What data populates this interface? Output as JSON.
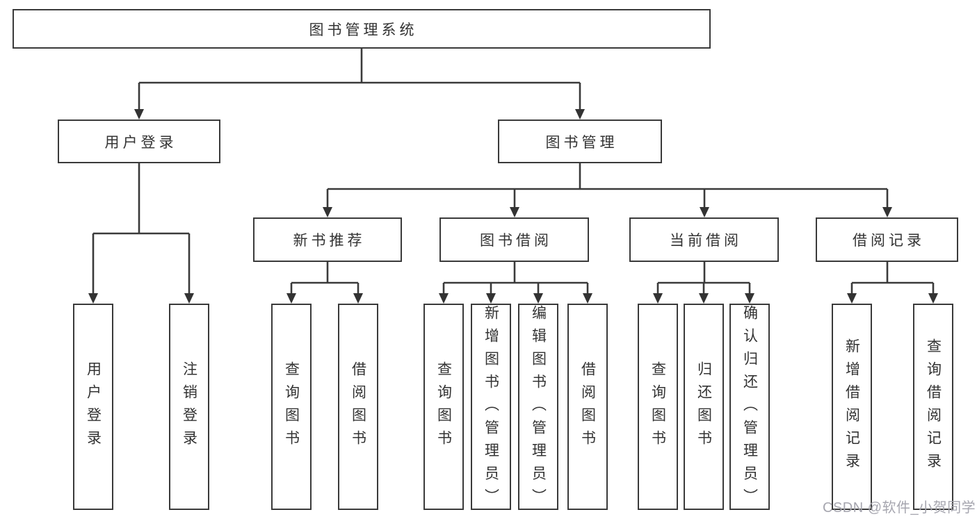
{
  "colors": {
    "line": "#3a3a3a",
    "text": "#333333",
    "background": "#ffffff",
    "watermark": "#a6a6af"
  },
  "tree": {
    "root": "图书管理系统",
    "user_login": {
      "label": "用户登录",
      "children": [
        "用户登录",
        "注销登录"
      ]
    },
    "book_management": {
      "label": "图书管理",
      "sections": [
        {
          "label": "新书推荐",
          "children": [
            "查询图书",
            "借阅图书"
          ]
        },
        {
          "label": "图书借阅",
          "children": [
            "查询图书",
            "新增图书（管理员）",
            "编辑图书（管理员）",
            "借阅图书"
          ]
        },
        {
          "label": "当前借阅",
          "children": [
            "查询图书",
            "归还图书",
            "确认归还（管理员）"
          ]
        },
        {
          "label": "借阅记录",
          "children": [
            "新增借阅记录",
            "查询借阅记录"
          ]
        }
      ]
    }
  },
  "watermark": "CSDN @软件_小贺同学"
}
